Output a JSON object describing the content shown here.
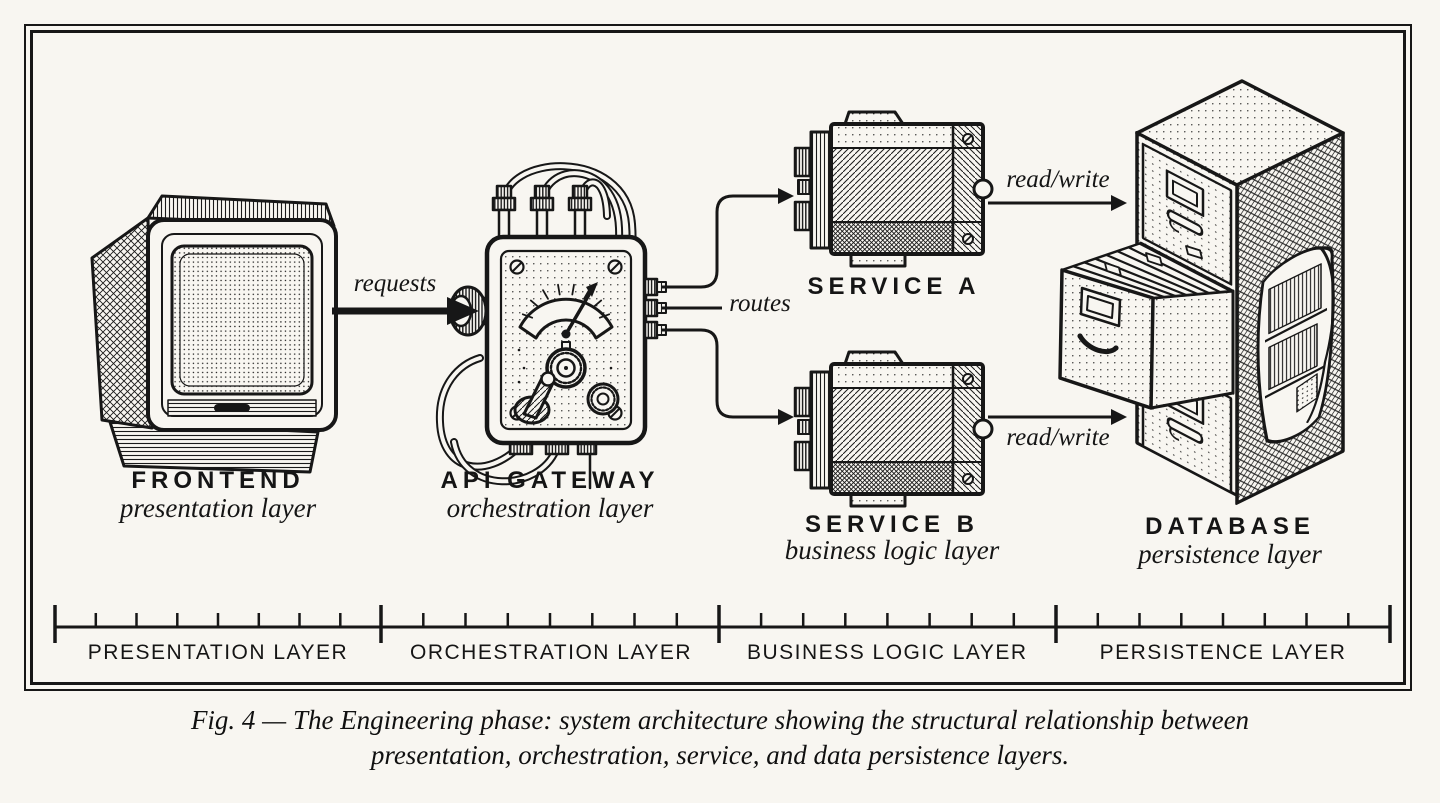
{
  "figure": {
    "caption_line1": "Fig. 4 — The Engineering phase: system architecture showing the structural relationship between",
    "caption_line2": "presentation, orchestration, service, and data persistence layers."
  },
  "nodes": {
    "frontend": {
      "title": "FRONTEND",
      "subtitle": "presentation layer"
    },
    "api_gateway": {
      "title": "API GATEWAY",
      "subtitle": "orchestration layer"
    },
    "service_a": {
      "title": "SERVICE A"
    },
    "service_b": {
      "title": "SERVICE B",
      "subtitle": "business logic layer"
    },
    "database": {
      "title": "DATABASE",
      "subtitle": "persistence layer"
    }
  },
  "edges": {
    "requests": "requests",
    "routes": "routes",
    "read_write_top": "read/write",
    "read_write_bottom": "read/write"
  },
  "ruler": {
    "segments": [
      "PRESENTATION LAYER",
      "ORCHESTRATION LAYER",
      "BUSINESS LOGIC LAYER",
      "PERSISTENCE LAYER"
    ]
  },
  "icons": {
    "frontend": "crt-monitor-icon",
    "api_gateway": "control-box-icon",
    "service": "motor-block-icon",
    "database": "filing-cabinet-icon"
  },
  "colors": {
    "paper": "#f8f6f1",
    "ink": "#171717"
  }
}
